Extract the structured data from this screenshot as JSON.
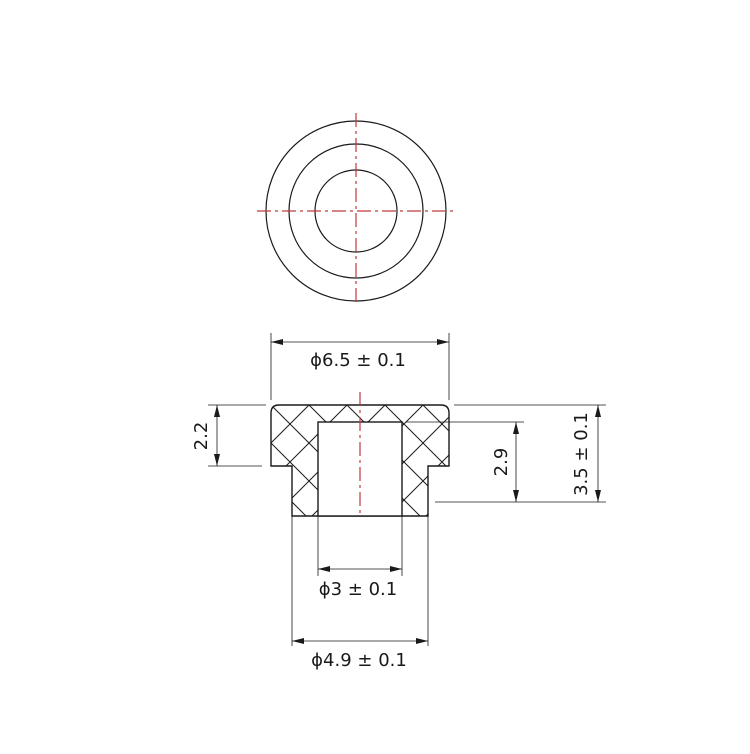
{
  "drawing": {
    "type": "technical drawing",
    "subject": "flanged bushing / grommet",
    "views": [
      "top-view",
      "cross-section"
    ],
    "colors": {
      "outline": "#1a1a1a",
      "dimension": "#1a1a1a",
      "centerline": "#c0393b",
      "background": "#ffffff"
    }
  },
  "top_view": {
    "circles": [
      "outer-flange",
      "body",
      "bore"
    ]
  },
  "dimensions": {
    "flange_diameter": "ϕ6.5 ± 0.1",
    "bore_diameter": "ϕ3 ± 0.1",
    "body_diameter": "ϕ4.9 ± 0.1",
    "flange_height": "2.2",
    "bore_depth": "2.9",
    "total_height": "3.5 ± 0.1"
  }
}
